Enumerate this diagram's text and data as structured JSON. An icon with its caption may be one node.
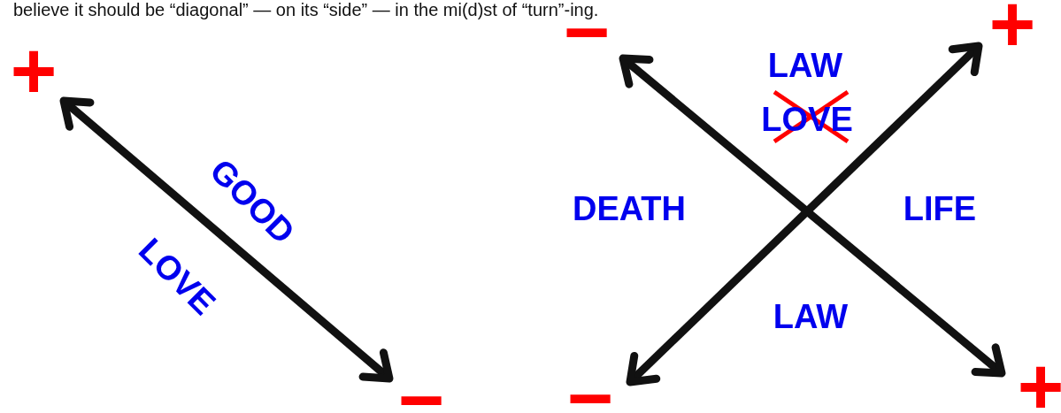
{
  "diagram": {
    "nodes": [
      {
        "text": [
          "+"
        ]
      },
      {
        "text": [
          "−"
        ]
      },
      {
        "text": [
          "−"
        ]
      },
      {
        "text": [
          "+"
        ]
      },
      {
        "text": [
          "+"
        ]
      },
      {
        "text": [
          "−"
        ]
      }
    ],
    "edges": [
      {
        "from": 0,
        "to": 1,
        "arrow": "both"
      },
      {
        "from": 2,
        "to": 3,
        "arrow": "both"
      },
      {
        "from": 5,
        "to": 4,
        "arrow": "both"
      }
    ],
    "labels": [
      "believe it should be “diagonal” — on its “side” — in the mi(d)st of “turn”-ing.",
      "GOOD",
      "LOVE",
      "LAW",
      "LOVE",
      "DEATH",
      "LIFE",
      "LAW"
    ]
  }
}
